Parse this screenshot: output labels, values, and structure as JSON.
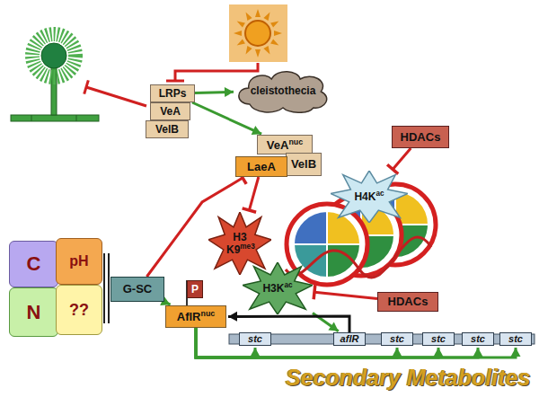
{
  "diagram": {
    "nodes": [
      {
        "text": [
          "LRPs"
        ]
      },
      {
        "text": [
          "VeA"
        ]
      },
      {
        "text": [
          "VelB"
        ]
      },
      {
        "text": [
          "cleistothecia"
        ]
      },
      {
        "text": [
          "HDACs"
        ]
      },
      {
        "text": [
          "VeA",
          "nuc"
        ]
      },
      {
        "text": [
          "VelB"
        ]
      },
      {
        "text": [
          "LaeA"
        ]
      },
      {
        "text": [
          "H4K",
          "ac"
        ]
      },
      {
        "text": [
          "H3 K9",
          "me3"
        ]
      },
      {
        "text": [
          "H3K",
          "ac"
        ]
      },
      {
        "text": [
          "C"
        ]
      },
      {
        "text": [
          "pH"
        ]
      },
      {
        "text": [
          "N"
        ]
      },
      {
        "text": [
          "??"
        ]
      },
      {
        "text": [
          "G-SC"
        ]
      },
      {
        "text": [
          "P"
        ]
      },
      {
        "text": [
          "HDACs"
        ]
      },
      {
        "text": [
          "AflR",
          "nuc"
        ]
      },
      {
        "text": [
          "stc"
        ]
      },
      {
        "text": [
          "aflR"
        ]
      },
      {
        "text": [
          "stc"
        ]
      },
      {
        "text": [
          "stc"
        ]
      },
      {
        "text": [
          "stc"
        ]
      },
      {
        "text": [
          "stc"
        ]
      }
    ],
    "edges": [
      {
        "from": 0,
        "to": 3,
        "arrow": "to"
      },
      {
        "from": 0,
        "to": 5,
        "arrow": "to"
      },
      {
        "from": 15,
        "to": 7,
        "arrow": "to"
      },
      {
        "from": 15,
        "to": 18,
        "arrow": "to"
      },
      {
        "from": 7,
        "to": 9,
        "arrow": "to"
      },
      {
        "from": 4,
        "to": 8,
        "arrow": "to"
      },
      {
        "from": 17,
        "to": 10,
        "arrow": "to"
      },
      {
        "from": 10,
        "to": 20,
        "arrow": "to"
      },
      {
        "from": 20,
        "to": 18,
        "arrow": "to"
      },
      {
        "from": 18,
        "to": 19,
        "arrow": "to"
      },
      {
        "from": 18,
        "to": 21,
        "arrow": "to"
      },
      {
        "from": 18,
        "to": 22,
        "arrow": "to"
      },
      {
        "from": 18,
        "to": 23,
        "arrow": "to"
      },
      {
        "from": 18,
        "to": 24,
        "arrow": "to"
      }
    ],
    "labels": [
      "Secondary Metabolites"
    ]
  }
}
